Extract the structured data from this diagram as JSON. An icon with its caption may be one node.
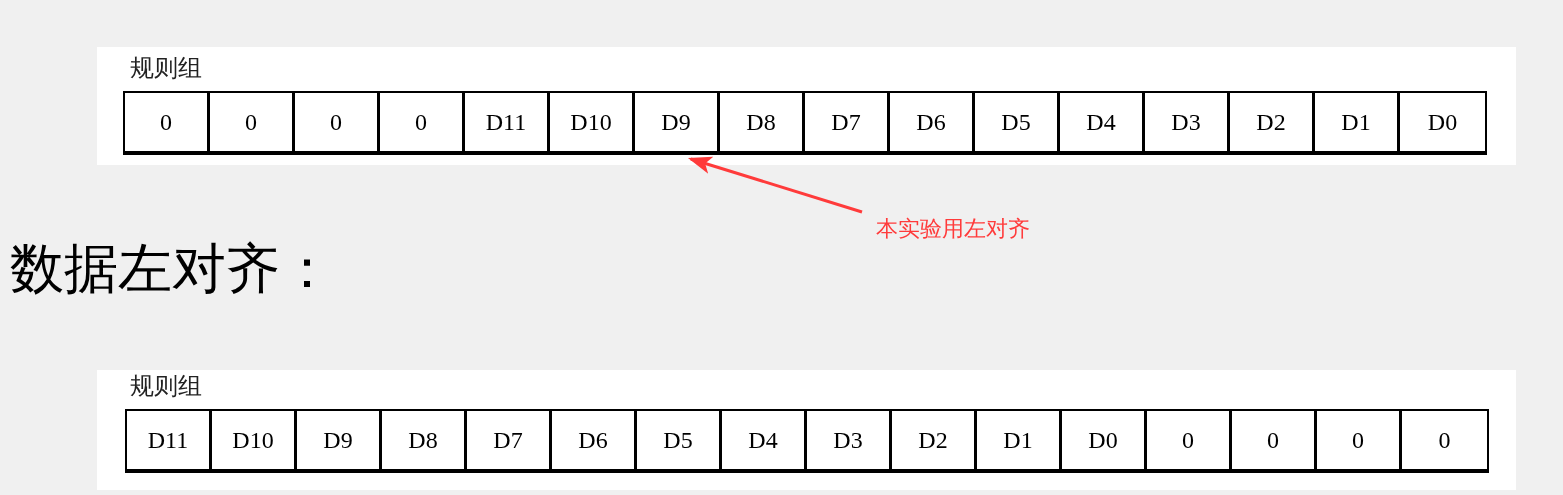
{
  "diagram": {
    "nodes": [
      {
        "text": [
          "0"
        ]
      },
      {
        "text": [
          "0"
        ]
      },
      {
        "text": [
          "0"
        ]
      },
      {
        "text": [
          "0"
        ]
      },
      {
        "text": [
          "D11"
        ]
      },
      {
        "text": [
          "D10"
        ]
      },
      {
        "text": [
          "D9"
        ]
      },
      {
        "text": [
          "D8"
        ]
      },
      {
        "text": [
          "D7"
        ]
      },
      {
        "text": [
          "D6"
        ]
      },
      {
        "text": [
          "D5"
        ]
      },
      {
        "text": [
          "D4"
        ]
      },
      {
        "text": [
          "D3"
        ]
      },
      {
        "text": [
          "D2"
        ]
      },
      {
        "text": [
          "D1"
        ]
      },
      {
        "text": [
          "D0"
        ]
      },
      {
        "text": [
          "本实验用左对齐"
        ]
      },
      {
        "text": [
          "D11"
        ]
      },
      {
        "text": [
          "D10"
        ]
      },
      {
        "text": [
          "D9"
        ]
      },
      {
        "text": [
          "D8"
        ]
      },
      {
        "text": [
          "D7"
        ]
      },
      {
        "text": [
          "D6"
        ]
      },
      {
        "text": [
          "D5"
        ]
      },
      {
        "text": [
          "D4"
        ]
      },
      {
        "text": [
          "D3"
        ]
      },
      {
        "text": [
          "D2"
        ]
      },
      {
        "text": [
          "D1"
        ]
      },
      {
        "text": [
          "D0"
        ]
      },
      {
        "text": [
          "0"
        ]
      },
      {
        "text": [
          "0"
        ]
      },
      {
        "text": [
          "0"
        ]
      },
      {
        "text": [
          "0"
        ]
      }
    ],
    "edges": [
      {
        "from": 16,
        "to": 6,
        "arrow": "to",
        "color": "#ff3b3b"
      }
    ],
    "labels": [
      "规则组",
      "数据左对齐：",
      "规则组"
    ]
  }
}
